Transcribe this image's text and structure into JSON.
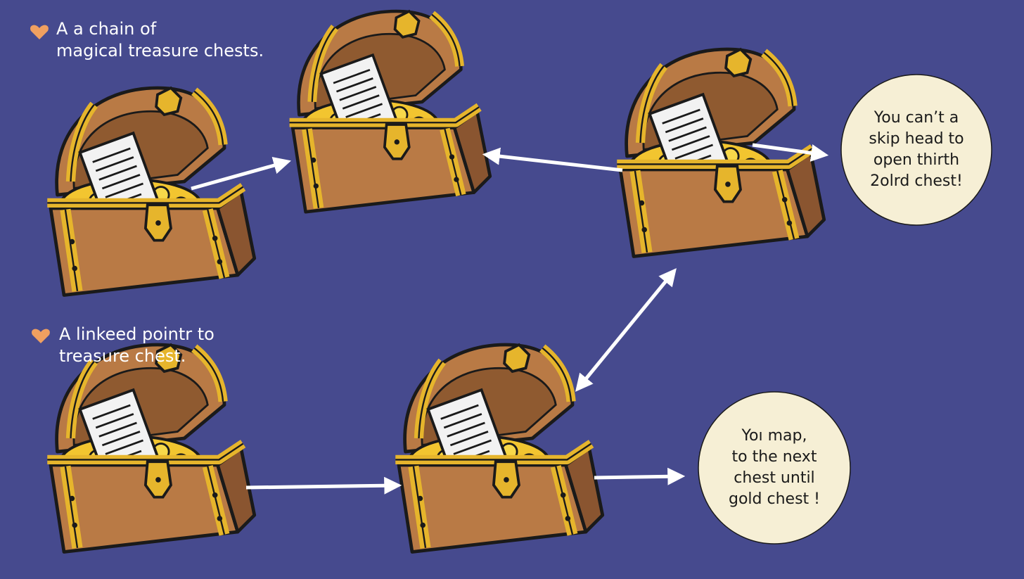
{
  "colors": {
    "background": "#464a8e",
    "chest_wood": "#b97a45",
    "chest_wood_dark": "#7a4a26",
    "chest_band": "#e6b52c",
    "gold": "#f2c530",
    "paper": "#f2f2f2",
    "bubble": "#f6efd5",
    "heart": "#f0a060",
    "arrow": "#ffffff"
  },
  "captions": [
    {
      "lines": "A a chain of\nmagical treasure chests."
    },
    {
      "lines": "A linkeed pointr to\ntreasure chest."
    }
  ],
  "bubbles": {
    "top": "You can’t a\nskip head to\nopen thirth\n2olrd chest!",
    "bottom": "Yoı map,\nto the next\nchest until\ngold chest !"
  },
  "icons": {
    "caption_marker": "heart-icon",
    "chest": "treasure-chest-icon",
    "arrow": "arrow-icon"
  }
}
